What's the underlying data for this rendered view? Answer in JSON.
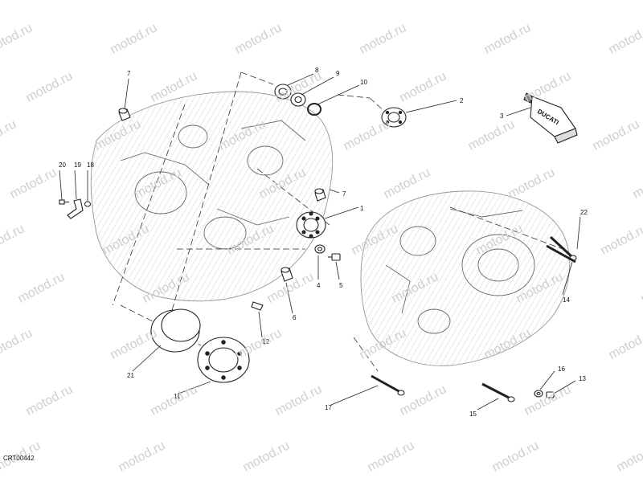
{
  "watermark": "motod.ru",
  "drawing_code": "CRT00442",
  "callouts": [
    "1",
    "2",
    "3",
    "4",
    "5",
    "6",
    "7",
    "7",
    "8",
    "9",
    "10",
    "11",
    "12",
    "13",
    "14",
    "15",
    "16",
    "17",
    "18",
    "19",
    "20",
    "21",
    "22"
  ],
  "tube_brand": "DUCATI",
  "colors": {
    "line": "#222222",
    "faint": "#9a9a9a",
    "watermark": "#cfcfcf"
  }
}
